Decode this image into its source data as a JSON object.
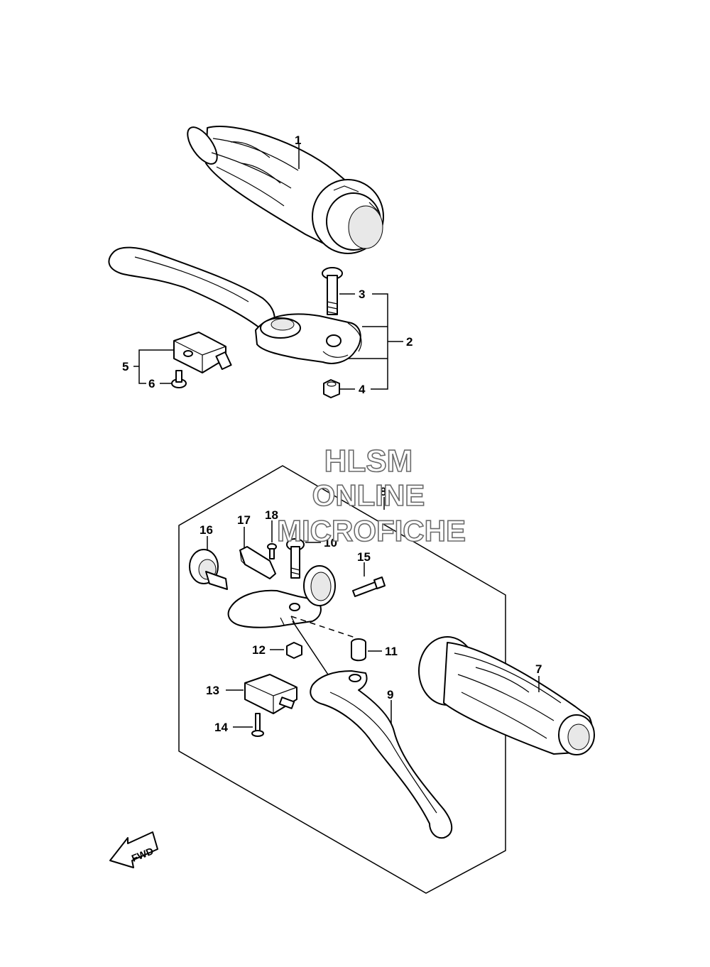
{
  "watermark": {
    "line1": "HLSM",
    "line2": "ONLINE",
    "line3": "MICROFICHE"
  },
  "direction_indicator": {
    "label": "FWD"
  },
  "parts": [
    {
      "id": "part-1",
      "label": "1"
    },
    {
      "id": "part-2",
      "label": "2"
    },
    {
      "id": "part-3",
      "label": "3"
    },
    {
      "id": "part-4",
      "label": "4"
    },
    {
      "id": "part-5",
      "label": "5"
    },
    {
      "id": "part-6",
      "label": "6"
    },
    {
      "id": "part-7",
      "label": "7"
    },
    {
      "id": "part-8",
      "label": "8"
    },
    {
      "id": "part-9",
      "label": "9"
    },
    {
      "id": "part-10",
      "label": "10"
    },
    {
      "id": "part-11",
      "label": "11"
    },
    {
      "id": "part-12",
      "label": "12"
    },
    {
      "id": "part-13",
      "label": "13"
    },
    {
      "id": "part-14",
      "label": "14"
    },
    {
      "id": "part-15",
      "label": "15"
    },
    {
      "id": "part-16",
      "label": "16"
    },
    {
      "id": "part-17",
      "label": "17"
    },
    {
      "id": "part-18",
      "label": "18"
    }
  ]
}
